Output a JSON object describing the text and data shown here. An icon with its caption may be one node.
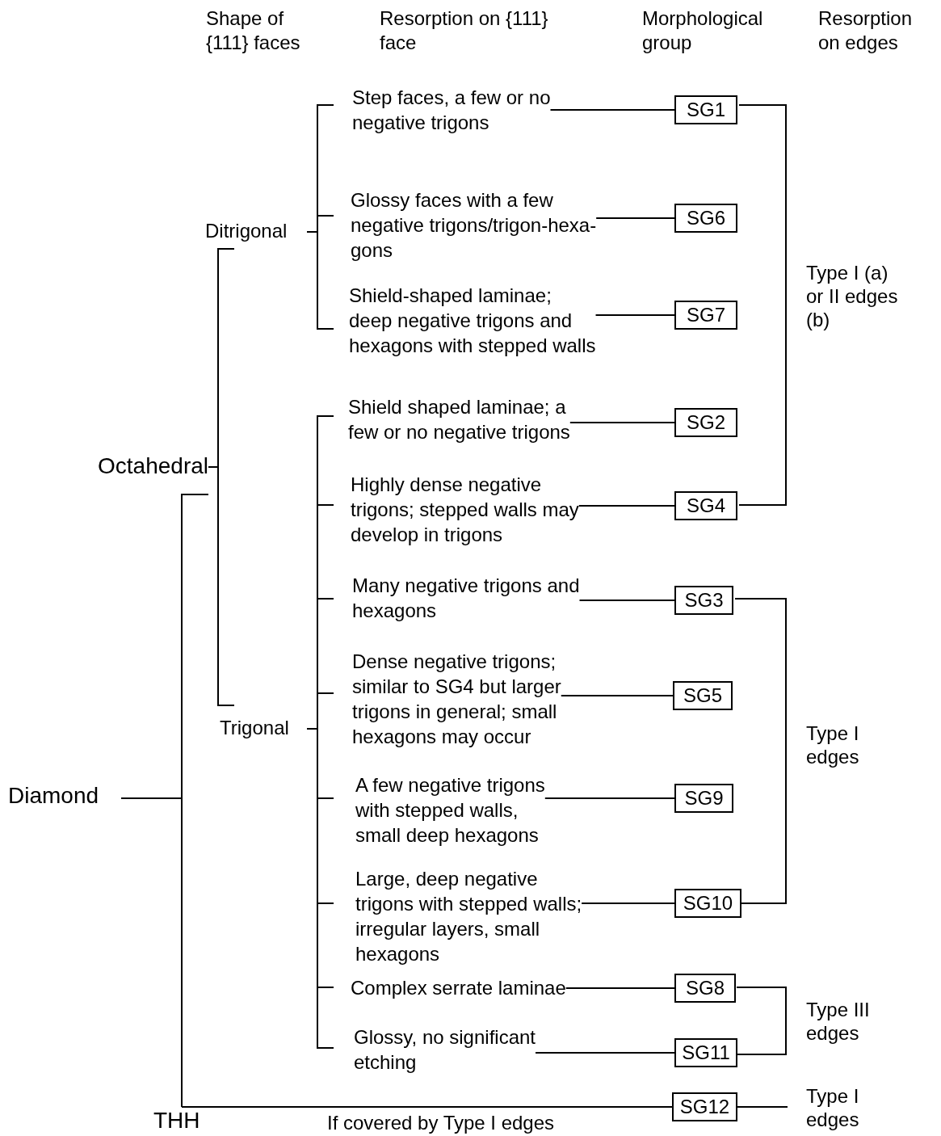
{
  "diagram": {
    "nodes": [
      {
        "text": [
          "Diamond"
        ]
      },
      {
        "text": [
          "Octahedral"
        ]
      },
      {
        "text": [
          "THH"
        ]
      },
      {
        "text": [
          "Ditrigonal"
        ]
      },
      {
        "text": [
          "Trigonal"
        ]
      },
      {
        "text": [
          "Step faces, a few or no negative trigons"
        ]
      },
      {
        "text": [
          "SG1"
        ]
      },
      {
        "text": [
          "Glossy faces with a few negative trigons/trigon-hexa- gons"
        ]
      },
      {
        "text": [
          "SG6"
        ]
      },
      {
        "text": [
          "Shield-shaped laminae; deep negative trigons and hexagons with stepped walls"
        ]
      },
      {
        "text": [
          "SG7"
        ]
      },
      {
        "text": [
          "Shield shaped laminae; a few or no negative trigons"
        ]
      },
      {
        "text": [
          "SG2"
        ]
      },
      {
        "text": [
          "Highly dense negative trigons; stepped walls may develop in trigons"
        ]
      },
      {
        "text": [
          "SG4"
        ]
      },
      {
        "text": [
          "Many negative trigons and hexagons"
        ]
      },
      {
        "text": [
          "SG3"
        ]
      },
      {
        "text": [
          "Dense negative trigons; similar to SG4 but larger trigons in general; small hexagons may occur"
        ]
      },
      {
        "text": [
          "SG5"
        ]
      },
      {
        "text": [
          "A few negative trigons with stepped walls, small deep hexagons"
        ]
      },
      {
        "text": [
          "SG9"
        ]
      },
      {
        "text": [
          "Large, deep negative trigons with stepped walls; irregular layers, small hexagons"
        ]
      },
      {
        "text": [
          "SG10"
        ]
      },
      {
        "text": [
          "Complex serrate laminae"
        ]
      },
      {
        "text": [
          "SG8"
        ]
      },
      {
        "text": [
          "Glossy, no significant etching"
        ]
      },
      {
        "text": [
          "SG11"
        ]
      },
      {
        "text": [
          "SG12"
        ]
      },
      {
        "text": [
          "Type I edges"
        ]
      }
    ],
    "edges": [
      {
        "from": 0,
        "to": 1,
        "arrow": "none"
      },
      {
        "from": 0,
        "to": 2,
        "arrow": "none"
      },
      {
        "from": 1,
        "to": 3,
        "arrow": "none"
      },
      {
        "from": 1,
        "to": 4,
        "arrow": "none"
      },
      {
        "from": 3,
        "to": 5,
        "arrow": "none"
      },
      {
        "from": 3,
        "to": 7,
        "arrow": "none"
      },
      {
        "from": 3,
        "to": 9,
        "arrow": "none"
      },
      {
        "from": 4,
        "to": 11,
        "arrow": "none"
      },
      {
        "from": 4,
        "to": 13,
        "arrow": "none"
      },
      {
        "from": 4,
        "to": 15,
        "arrow": "none"
      },
      {
        "from": 4,
        "to": 17,
        "arrow": "none"
      },
      {
        "from": 4,
        "to": 19,
        "arrow": "none"
      },
      {
        "from": 4,
        "to": 21,
        "arrow": "none"
      },
      {
        "from": 4,
        "to": 23,
        "arrow": "none"
      },
      {
        "from": 4,
        "to": 25,
        "arrow": "none"
      },
      {
        "from": 5,
        "to": 6,
        "arrow": "none"
      },
      {
        "from": 7,
        "to": 8,
        "arrow": "none"
      },
      {
        "from": 9,
        "to": 10,
        "arrow": "none"
      },
      {
        "from": 11,
        "to": 12,
        "arrow": "none"
      },
      {
        "from": 13,
        "to": 14,
        "arrow": "none"
      },
      {
        "from": 15,
        "to": 16,
        "arrow": "none"
      },
      {
        "from": 17,
        "to": 18,
        "arrow": "none"
      },
      {
        "from": 19,
        "to": 20,
        "arrow": "none"
      },
      {
        "from": 21,
        "to": 22,
        "arrow": "none"
      },
      {
        "from": 23,
        "to": 24,
        "arrow": "none"
      },
      {
        "from": 25,
        "to": 26,
        "arrow": "none"
      },
      {
        "from": 2,
        "to": 27,
        "label": "If covered by Type I edges",
        "arrow": "none"
      },
      {
        "from": 27,
        "to": 28,
        "arrow": "none"
      }
    ],
    "labels": [
      "Shape of {111} faces",
      "Resorption on {111} face",
      "Morphological group",
      "Resorption on edges",
      "Type I (a) or II edges (b)",
      "Type I edges",
      "Type III edges"
    ]
  }
}
